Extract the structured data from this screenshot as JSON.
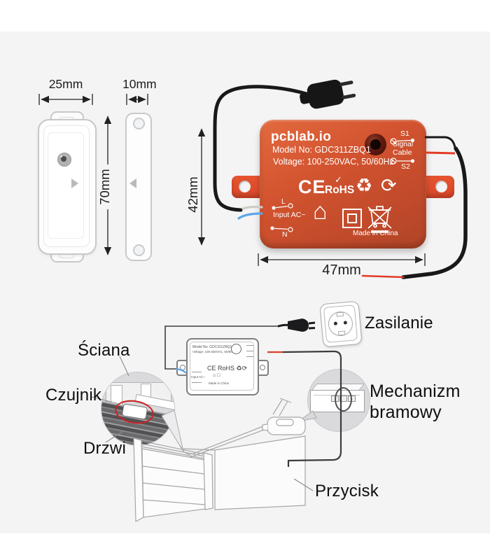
{
  "top_section": {
    "sensor_dims": {
      "body_width": "25mm",
      "magnet_width": "10mm",
      "height": "70mm"
    },
    "device": {
      "brand": "pcblab.io",
      "model": "Model No: GDC311ZBQ1",
      "voltage": "Voltage: 100-250VAC, 50/60Hz",
      "terminal_s1": "S1",
      "terminal_signal": "Signal",
      "terminal_cable": "Cable",
      "terminal_s2": "S2",
      "mark_l": "L",
      "mark_input": "Input AC~",
      "mark_n": "N",
      "cert_ce": "CE",
      "cert_rohs": "RoHS",
      "cert_check": "✓",
      "icon_recycle": "♻",
      "icon_greendot": "⟳",
      "icon_house": "⌂",
      "made_in": "Made in China",
      "height_dim": "42mm",
      "width_dim": "47mm"
    }
  },
  "diagram": {
    "labels": {
      "power": "Zasilanie",
      "wall": "Ściana",
      "sensor": "Czujnik",
      "door": "Drzwi",
      "mechanism_line1": "Mechanizm",
      "mechanism_line2": "bramowy",
      "button": "Przycisk"
    },
    "mini_device": {
      "model": "Model No: GDC311ZBQ1",
      "voltage": "Voltage: 100-250VAC, 50/60Hz",
      "icons_row": "CE RoHS ♻⟳",
      "icons_row2": "⌂ □",
      "input": "Input AC~",
      "made_in": "Made in China"
    }
  },
  "colors": {
    "panel_bg": "#f4f4f5",
    "device_body": "#cb4f2e",
    "device_ear": "#e24a2b",
    "highlight_red": "#cc2020",
    "wire_blue": "#5aa7e8",
    "wire_red": "#e23c26"
  }
}
